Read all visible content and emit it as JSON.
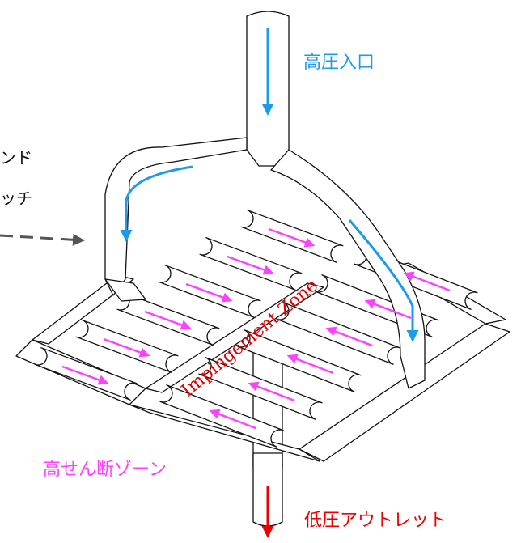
{
  "labels": {
    "high_pressure_inlet": "高圧入口",
    "side_label_line1": "ンド",
    "side_label_line2": "ッチ",
    "impingement_zone": "Impingement Zone",
    "high_shear_zone": "高せん断ゾーン",
    "low_pressure_outlet": "低圧アウトレット"
  },
  "colors": {
    "inlet_flow": "#1e9ae8",
    "shear_flow": "#ff40ff",
    "outlet_flow": "#ee0000",
    "impingement_text": "#e00000",
    "outline": "#111111",
    "dashed_arrow": "#555555"
  },
  "channels": {
    "left_bank_count": 6,
    "right_bank_count": 6
  }
}
